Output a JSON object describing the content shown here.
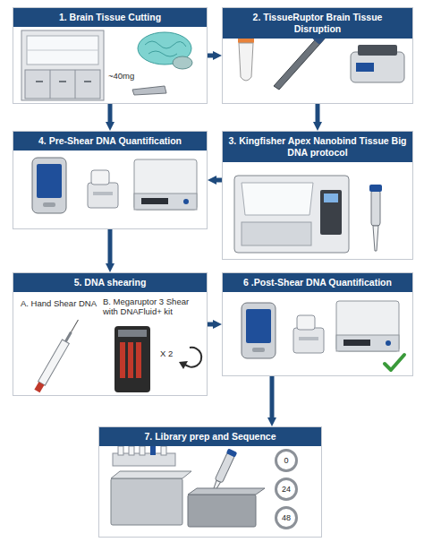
{
  "diagram": {
    "nodes": [
      {
        "text": [
          "1. Brain Tissue Cutting",
          "~40mg"
        ]
      },
      {
        "text": [
          "2. TissueRuptor Brain Tissue Disruption"
        ]
      },
      {
        "text": [
          "4. Pre-Shear DNA Quantification"
        ]
      },
      {
        "text": [
          "3. Kingfisher Apex Nanobind Tissue Big DNA protocol"
        ]
      },
      {
        "text": [
          "5. DNA shearing",
          "A. Hand Shear DNA",
          "B. Megaruptor 3 Shear with DNAFluid+ kit",
          "X 2"
        ]
      },
      {
        "text": [
          "6 .Post-Shear DNA Quantification"
        ]
      },
      {
        "text": [
          "7. Library prep and Sequence"
        ]
      },
      {
        "text": [
          "0"
        ],
        "in": 6
      },
      {
        "text": [
          "24"
        ],
        "in": 6
      },
      {
        "text": [
          "48"
        ],
        "in": 6
      }
    ],
    "edges": [
      {
        "from": 0,
        "to": 1,
        "arrow": "to"
      },
      {
        "from": 0,
        "to": 2,
        "arrow": "to"
      },
      {
        "from": 1,
        "to": 3,
        "arrow": "to"
      },
      {
        "from": 3,
        "to": 2,
        "arrow": "to"
      },
      {
        "from": 2,
        "to": 4,
        "arrow": "to"
      },
      {
        "from": 4,
        "to": 5,
        "arrow": "to"
      },
      {
        "from": 5,
        "to": 6,
        "arrow": "to"
      }
    ]
  }
}
